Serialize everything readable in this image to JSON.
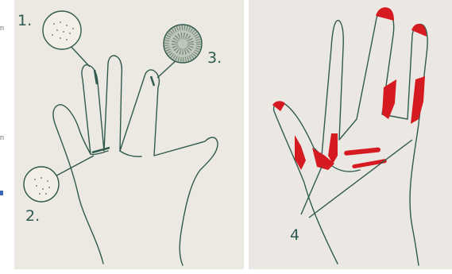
{
  "edge_text": {
    "top": "n",
    "middle": "n"
  },
  "left_panel": {
    "labels": [
      "1.",
      "2.",
      "3."
    ]
  },
  "right_panel": {
    "label": "4",
    "highlight_color": "#d61a22"
  },
  "colors": {
    "ink": "#2f5a4d",
    "paper": "#ece8e2",
    "frame": "#e2ddd6",
    "dot_fill": "#4d6b5c"
  }
}
